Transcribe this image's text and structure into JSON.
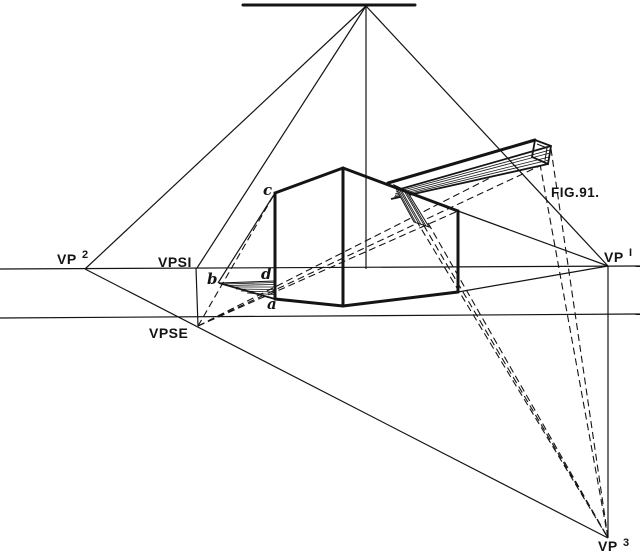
{
  "figure_label": "FIG.91.",
  "vanishing_points": {
    "vp1": {
      "base": "VP",
      "sup": "I"
    },
    "vp2": {
      "base": "VP",
      "sup": "2"
    },
    "vp3": {
      "base": "VP",
      "sup": "3"
    },
    "vps1": {
      "label": "VPSI"
    },
    "vpse": {
      "label": "VPSE"
    }
  },
  "points": {
    "a": "a",
    "b": "b",
    "c": "c",
    "d": "d"
  },
  "colors": {
    "ink": "#141414",
    "paper": "#ffffff"
  }
}
